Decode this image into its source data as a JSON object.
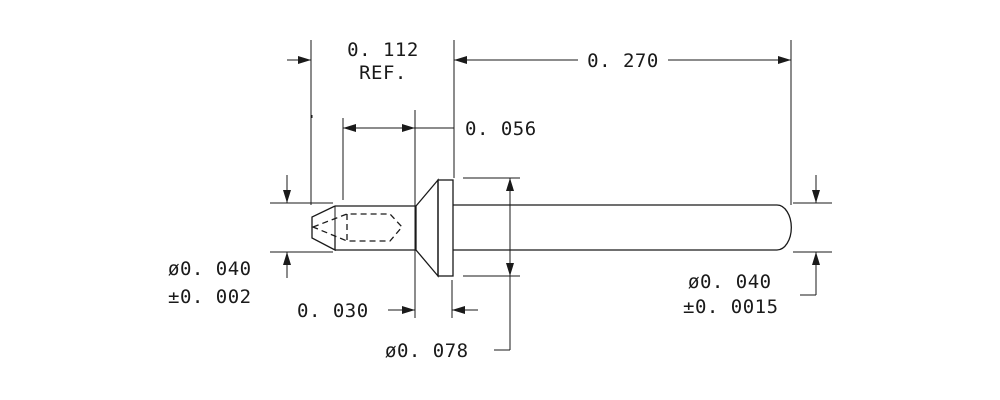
{
  "drawing": {
    "dim_ref_value": "0. 112",
    "dim_ref_suffix": "REF.",
    "dim_overall": "0. 270",
    "dim_shank": "0. 056",
    "dim_tip_dia": "ø0. 040",
    "dim_tip_tol": "±0. 002",
    "dim_flange_thk": "0. 030",
    "dim_flange_dia": "ø0. 078",
    "dim_pin_dia": "ø0. 040",
    "dim_pin_tol": "±0. 0015"
  }
}
